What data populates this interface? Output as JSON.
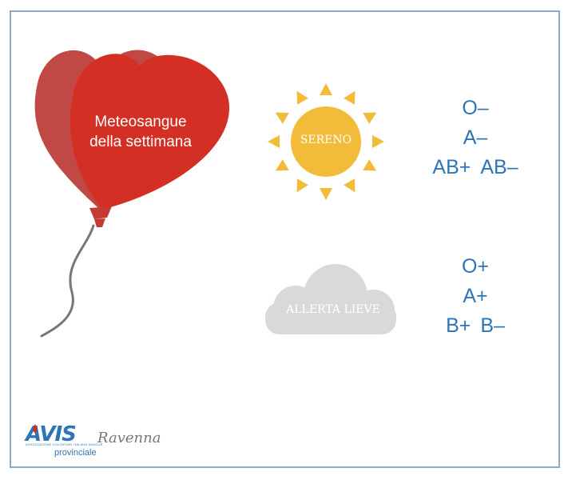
{
  "card": {
    "title_line1": "Meteosangue",
    "title_line2": "della settimana"
  },
  "sun": {
    "label": "SERENO",
    "groups": [
      "O–",
      "A–"
    ],
    "pair": [
      "AB+",
      "AB–"
    ]
  },
  "cloud": {
    "label": "ALLERTA LIEVE",
    "groups": [
      "O+",
      "A+"
    ],
    "pair": [
      "B+",
      "B–"
    ]
  },
  "logo": {
    "name": "AVIS",
    "tagline": "ASSOCIAZIONE VOLONTARI ITALIANI SANGUE",
    "sub": "provinciale",
    "city": "Ravenna"
  },
  "colors": {
    "balloon_red": "#d42f25",
    "balloon_shade": "#c04945",
    "sun_yellow": "#f2bb3a",
    "cloud_grey": "#d9d9d9",
    "text_blue": "#2e74b8",
    "border": "#8fa8c6"
  }
}
